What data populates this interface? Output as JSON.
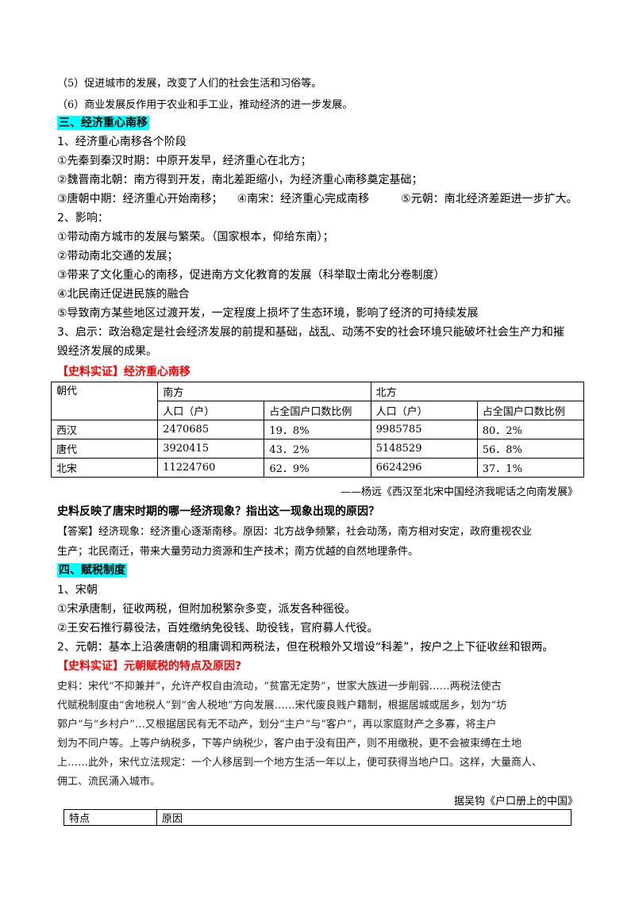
{
  "lines": {
    "l1": "（5）促进城市的发展，改变了人们的社会生活和习俗等。",
    "l2": "（6）商业发展反作用于农业和手工业，推动经济的进一步发展。",
    "h3": "三、经济重心南移",
    "s1": "1、经济重心南移各个阶段",
    "s1a": "①先秦到秦汉时期：中原开发早，经济重心在北方；",
    "s1b": "②魏晋南北朝：南方得到开发，南北差距缩小，为经济重心南移奠定基础；",
    "s1c1": "③唐朝中期：经济重心开始南移；",
    "s1c2": "④南宋：经济重心完成南移",
    "s1c3": "⑤元朝：南北经济差距进一步扩大。",
    "s2": "2、影响：",
    "s2a": "①带动南方城市的发展与繁荣。（国家根本，仰给东南）；",
    "s2b": "②带动南北交通的发展；",
    "s2c": "③带来了文化重心的南移，促进南方文化教育的发展（科举取士南北分卷制度）",
    "s2d": "④北民南迁促进民族的融合",
    "s2e": "⑤导致南方某些地区过渡开发，一定程度上损坏了生态环境，影响了经济的可持续发展",
    "s3a": "3、启示：政治稳定是社会经济发展的前提和基础，战乱、动荡不安的社会环境只能破坏社会生产力和摧",
    "s3b": "毁经济发展的成果。",
    "ev1": "【史料实证】经济重心南移",
    "source1": "——杨远《西汉至北宋中国经济我呢话之向南发展》",
    "q1": "史料反映了唐宋时期的哪一经济现象？指出这一现象出现的原因？",
    "a1a": "【答案】经济现象：经济重心逐渐南移。原因：北方战争频繁，社会动荡，南方相对安定，政府重视农业",
    "a1b": "生产；北民南迁，带来大量劳动力资源和生产技术；南方优越的自然地理条件。",
    "h4": "四、赋税制度",
    "t1": "1、宋朝",
    "t1a": "①宋承唐制，征收两税，但附加税繁杂多变，派发各种徭役。",
    "t1b": "②王安石推行募役法，百姓缴纳免役钱、助役钱，官府募人代役。",
    "t2": "2、元朝：基本上沿袭唐朝的租庸调和两税法，但在税粮外又增设“科差”，按户之上下征收丝和银两。",
    "ev2": "【史料实证】元朝赋税的特点及原因?",
    "p1": "史料：宋代“不抑兼并”，允许产权自由流动，“贫富无定势”，世家大族进一步削弱……两税法使古",
    "p2": "代赋税制度由“舍地税人”到“舍人税地”方向发展……宋代废良贱户籍制，根据居城或居乡，划为“坊",
    "p3": "郭户”与“乡村户”…又根据居民有无不动产，划分“主户”与“客户”，再以家庭财产之多寡，将主户",
    "p4": "划为不同户等。上等户纳税多，下等户纳税少，客户由于没有田产，则不用缴税，更不会被束缚在土地",
    "p5": "上……此外，宋代立法规定：一个人移居到一个地方生活一年以上，便可获得当地户口。这样，大量商人、",
    "p6": "佣工、流民涌入城市。",
    "source2": "据吴钩《户口册上的中国》"
  },
  "table1": {
    "h_dynasty": "朝代",
    "h_south": "南方",
    "h_north": "北方",
    "h_pop": "人口（户）",
    "h_ratio": "占全国户口数比例",
    "rows": [
      {
        "name": "西汉",
        "s_pop": "2470685",
        "s_ratio": "19．8%",
        "n_pop": "9985785",
        "n_ratio": "80．2%"
      },
      {
        "name": "唐代",
        "s_pop": "3920415",
        "s_ratio": "43．2%",
        "n_pop": "5148529",
        "n_ratio": "56．8%"
      },
      {
        "name": "北宋",
        "s_pop": "11224760",
        "s_ratio": "62．9%",
        "n_pop": "6624296",
        "n_ratio": "37．1%"
      }
    ]
  },
  "table2": {
    "h_feature": "特点",
    "h_reason": "原因"
  }
}
